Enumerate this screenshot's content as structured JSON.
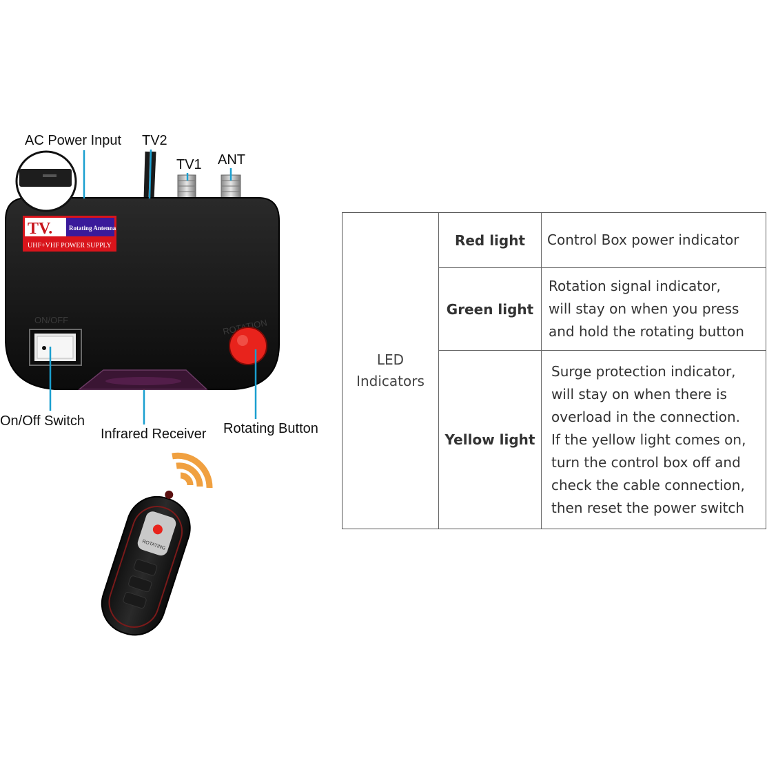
{
  "callouts": {
    "ac_power_input": "AC Power Input",
    "tv2": "TV2",
    "tv1": "TV1",
    "ant": "ANT",
    "on_off_switch": "On/Off Switch",
    "infrared_receiver": "Infrared Receiver",
    "rotating_button": "Rotating Button"
  },
  "device": {
    "sticker_brand": "TV.",
    "sticker_subtitle": "Rotating Antenna",
    "sticker_supply": "UHF+VHF POWER SUPPLY",
    "switch_label": "ON/OFF",
    "rotation_label": "ROTATION",
    "remote_label": "ROTATING"
  },
  "led_table": {
    "group_label_line1": "LED",
    "group_label_line2": "Indicators",
    "rows": [
      {
        "name": "Red light",
        "lines": [
          "Control Box power indicator"
        ]
      },
      {
        "name": "Green light",
        "lines": [
          "Rotation signal indicator,",
          "will stay on when you press",
          "and hold the rotating button"
        ]
      },
      {
        "name": "Yellow light",
        "lines": [
          "Surge protection indicator,",
          "will stay on when there is",
          "overload in the connection.",
          "If the yellow light comes on,",
          "turn the control box off and",
          "check the cable connection,",
          "then reset the power switch"
        ]
      }
    ]
  },
  "colors": {
    "callout_line": "#1a9fcf",
    "device_body": "#141414",
    "rotating_button": "#e8231c",
    "signal_waves": "#f0a040"
  }
}
